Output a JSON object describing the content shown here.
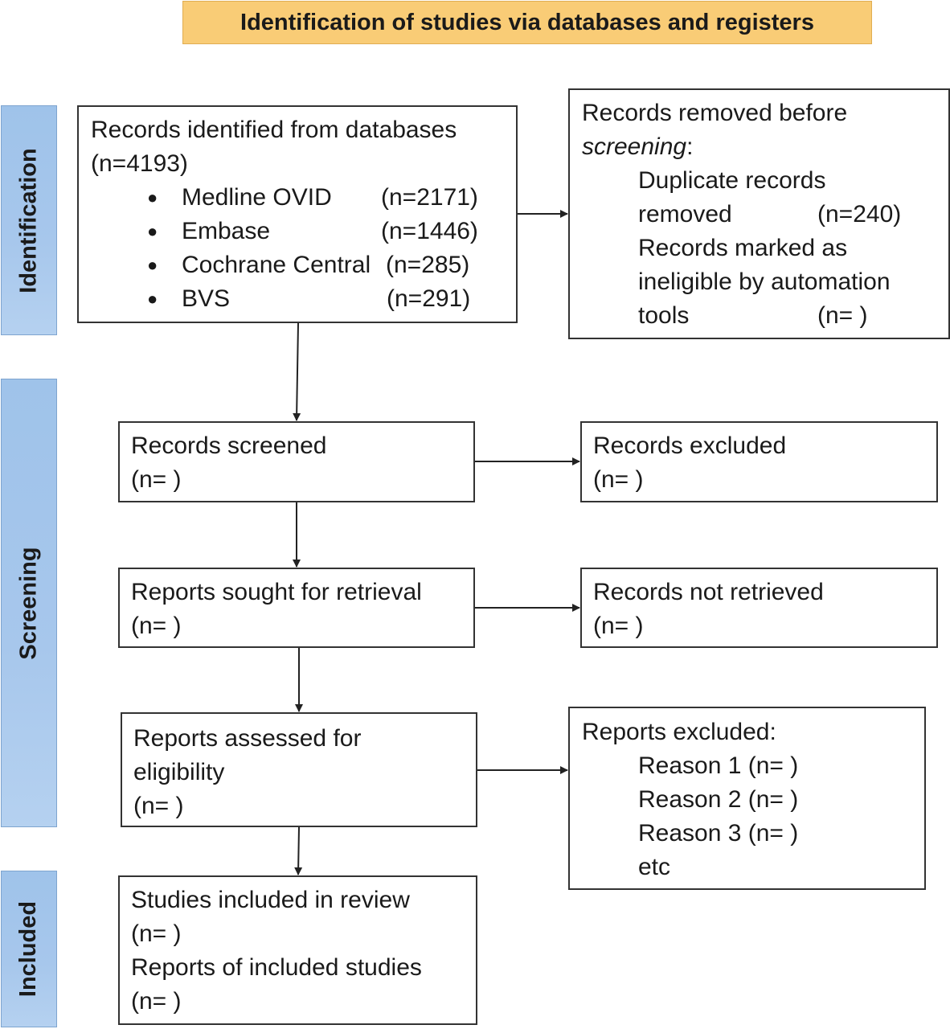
{
  "header": {
    "title": "Identification of studies via databases and registers"
  },
  "phases": {
    "identification": "Identification",
    "screening": "Screening",
    "included": "Included"
  },
  "identified": {
    "line1": "Records identified from databases",
    "line2": "(n=4193)",
    "sources": [
      {
        "name": "Medline OVID",
        "count": "(n=2171)"
      },
      {
        "name": "Embase",
        "count": "(n=1446)"
      },
      {
        "name": "Cochrane Central",
        "count": "(n=285)"
      },
      {
        "name": "BVS",
        "count": "(n=291)"
      }
    ]
  },
  "removed": {
    "line1": "Records removed before",
    "line2_italic": "screening",
    "line2_colon": ":",
    "dup_line1": "Duplicate records",
    "dup_line2": "removed",
    "dup_count": "(n=240)",
    "auto_line1": "Records marked as",
    "auto_line2": "ineligible by automation",
    "auto_line3": "tools",
    "auto_count": "(n= )"
  },
  "screened": {
    "line1": "Records screened",
    "line2": "(n= )"
  },
  "excluded": {
    "line1": "Records excluded",
    "line2": "(n= )"
  },
  "sought": {
    "line1": "Reports sought for retrieval",
    "line2": "(n= )"
  },
  "not_retrieved": {
    "line1": "Records not retrieved",
    "line2": "(n= )"
  },
  "assessed": {
    "line1": "Reports assessed for",
    "line2": "eligibility",
    "line3": "(n= )"
  },
  "reports_excluded": {
    "title": "Reports excluded:",
    "reasons": [
      "Reason 1 (n= )",
      "Reason 2 (n= )",
      "Reason 3 (n= )",
      "etc"
    ]
  },
  "included": {
    "line1": "Studies included in review",
    "line2": "(n= )",
    "line3": "Reports of included studies",
    "line4": "(n= )"
  }
}
